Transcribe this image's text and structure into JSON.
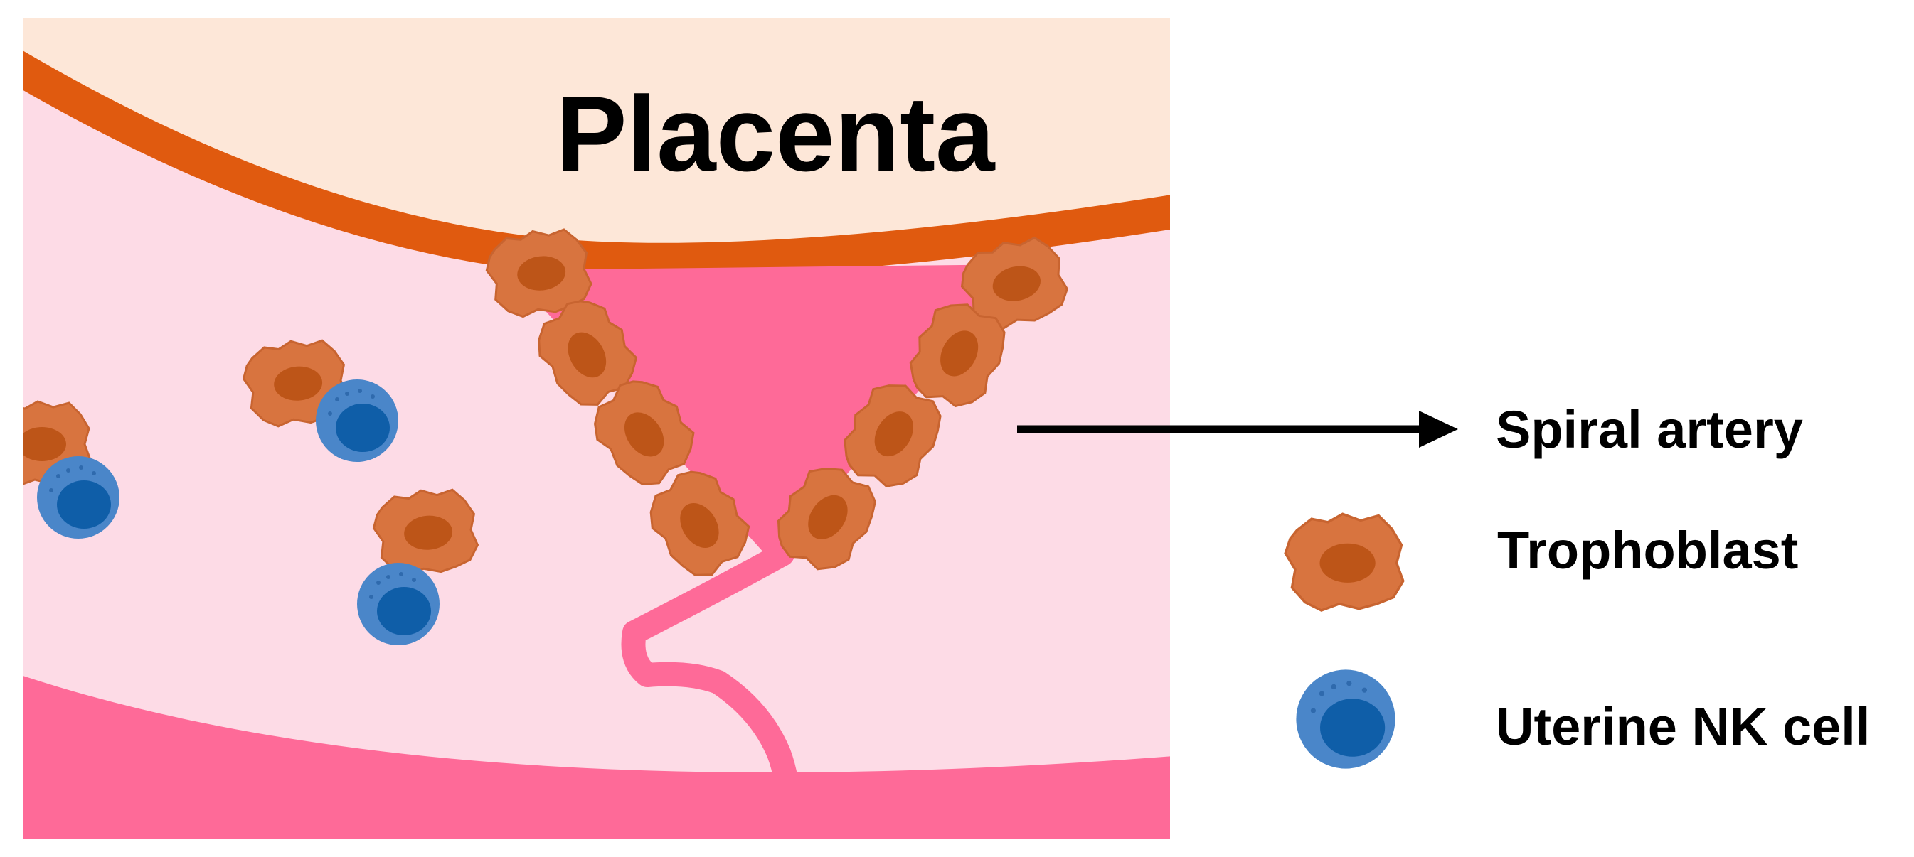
{
  "diagram": {
    "title": "Placenta",
    "arrow_label": "Spiral artery",
    "legend": {
      "trophoblast": "Trophoblast",
      "nk_cell": "Uterine NK cell"
    },
    "colors": {
      "placenta": "#fde7d8",
      "placenta_border": "#e05a0f",
      "decidua": "#fddbe6",
      "artery": "#fe6a98",
      "trophoblast": "#d8743f",
      "trophoblast_nucleus": "#bd5518",
      "nk_cell": "#4a86c9",
      "nk_nucleus": "#0f5ea8"
    }
  }
}
